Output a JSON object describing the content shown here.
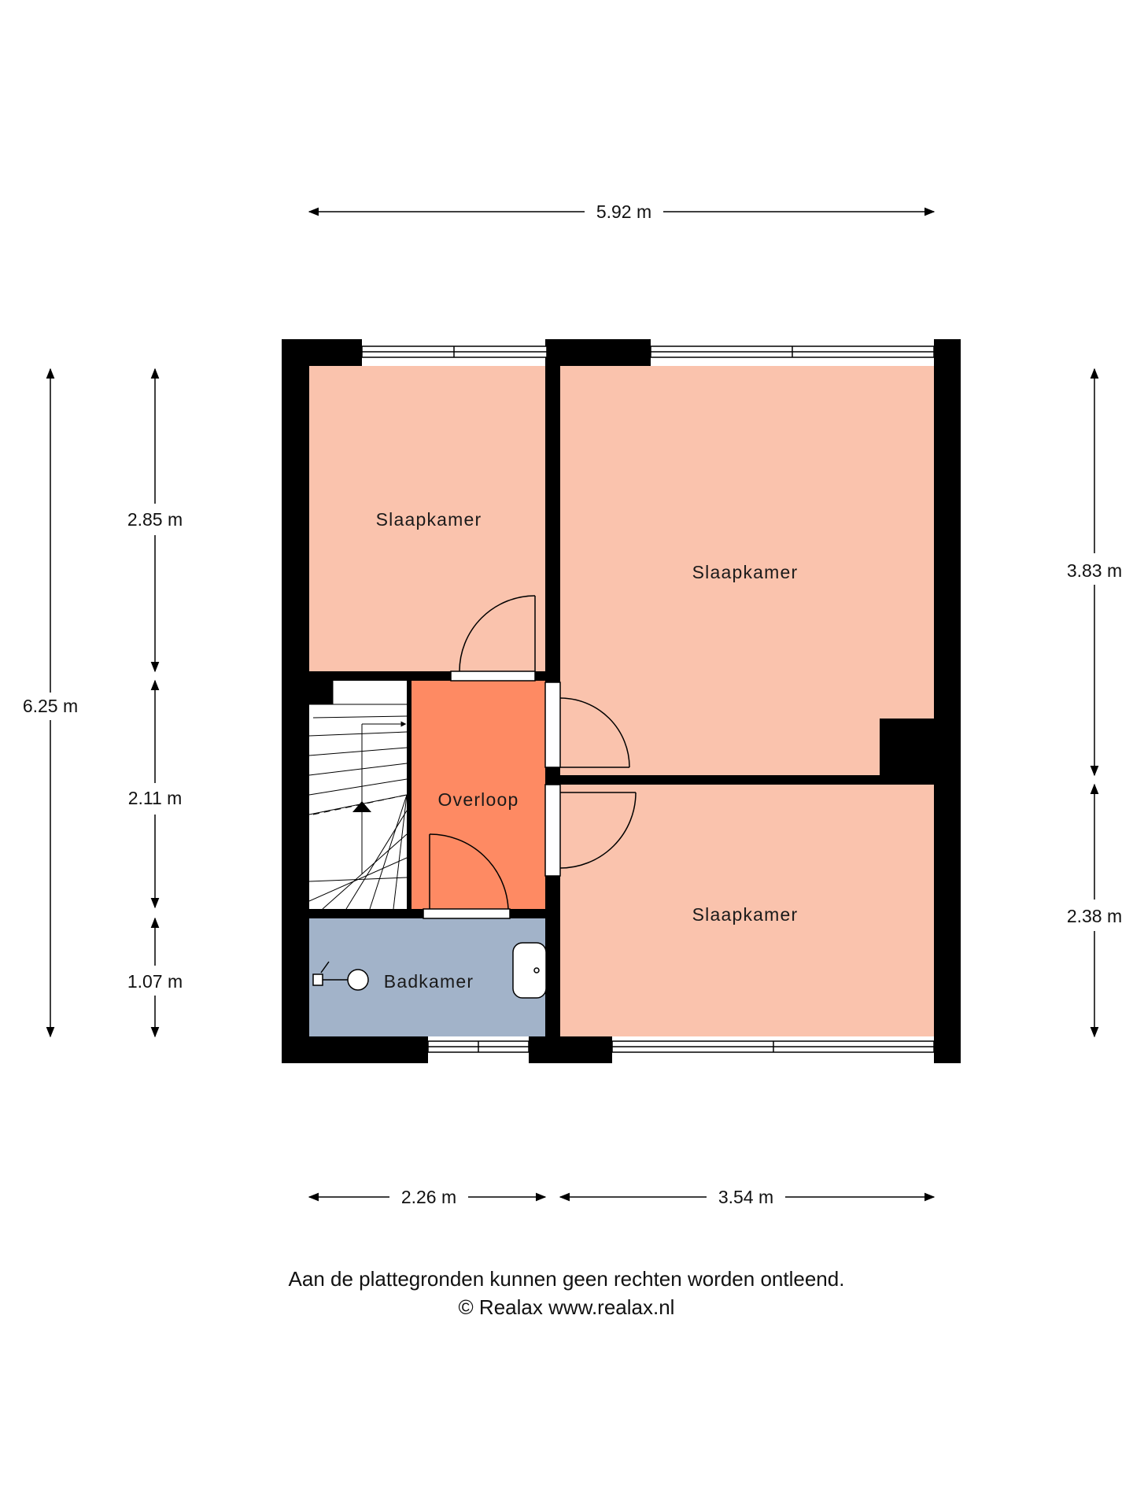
{
  "rooms": {
    "slaapkamer_small": "Slaapkamer",
    "slaapkamer_large": "Slaapkamer",
    "slaapkamer_bottom": "Slaapkamer",
    "overloop": "Overloop",
    "badkamer": "Badkamer"
  },
  "dimensions": {
    "top_width": "5.92 m",
    "total_height": "6.25 m",
    "left_upper": "2.85 m",
    "left_middle": "2.11 m",
    "left_lower": "1.07 m",
    "right_upper": "3.83 m",
    "right_lower": "2.38 m",
    "bottom_left": "2.26 m",
    "bottom_right": "3.54 m"
  },
  "footer": {
    "disclaimer": "Aan de plattegronden kunnen geen rechten worden ontleend.",
    "copyright": "© Realax www.realax.nl"
  },
  "colors": {
    "bedroom": "#fac3ad",
    "overloop": "#fe8a63",
    "badkamer": "#a2b3c9",
    "wall": "#000000"
  }
}
